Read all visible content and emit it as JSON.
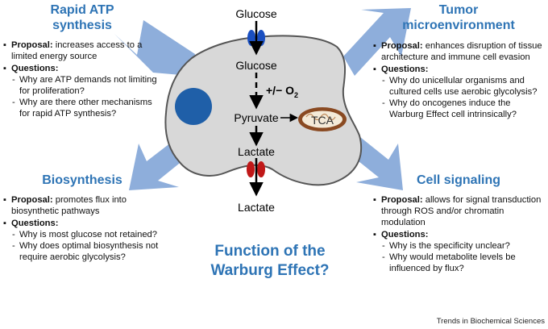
{
  "diagram": {
    "center_title": [
      "Function of the",
      "Warburg Effect?"
    ],
    "pathway": {
      "glucose_outside": "Glucose",
      "glucose_inside": "Glucose",
      "oxygen_label": "+/− O",
      "oxygen_subscript": "2",
      "pyruvate": "Pyruvate",
      "tca": "TCA",
      "lactate_inside": "Lactate",
      "lactate_outside": "Lactate"
    },
    "panels": {
      "rapid_atp": {
        "heading": [
          "Rapid ATP",
          "synthesis"
        ],
        "proposal_label": "Proposal:",
        "proposal_text": " increases access to a limited energy source",
        "questions_label": "Questions:",
        "questions": [
          "Why are ATP demands not limiting for proliferation?",
          "Why are there other mechanisms for rapid ATP synthesis?"
        ]
      },
      "biosynthesis": {
        "heading": [
          "Biosynthesis"
        ],
        "proposal_label": "Proposal:",
        "proposal_text": " promotes flux into biosynthetic pathways",
        "questions_label": "Questions:",
        "questions": [
          "Why is most glucose not retained?",
          "Why does optimal biosynthesis not require aerobic glycolysis?"
        ]
      },
      "tumor": {
        "heading": [
          "Tumor",
          "microenvironment"
        ],
        "proposal_label": "Proposal:",
        "proposal_text": " enhances disruption of tissue architecture and immune cell evasion",
        "questions_label": "Questions:",
        "questions": [
          "Why do unicellular organisms and cultured cells use aerobic glycolysis?",
          "Why do oncogenes induce the Warburg Effect cell intrinsically?"
        ]
      },
      "cell_signaling": {
        "heading": [
          "Cell signaling"
        ],
        "proposal_label": "Proposal:",
        "proposal_text": " allows for signal transduction through ROS and/or chromatin modulation",
        "questions_label": "Questions:",
        "questions": [
          "Why is the specificity unclear?",
          "Why would metabolite levels be influenced by flux?"
        ]
      }
    },
    "credit": "Trends in Biochemical Sciences",
    "colors": {
      "heading_blue": "#2e74b5",
      "arrow_blue": "#8eaedb",
      "cell_fill": "#d8d8d8",
      "glucose_transporter": "#1a4fc0",
      "lactate_transporter": "#c01818",
      "nucleus": "#1f5fa8",
      "mitochondrion": "#8a4a22"
    }
  }
}
